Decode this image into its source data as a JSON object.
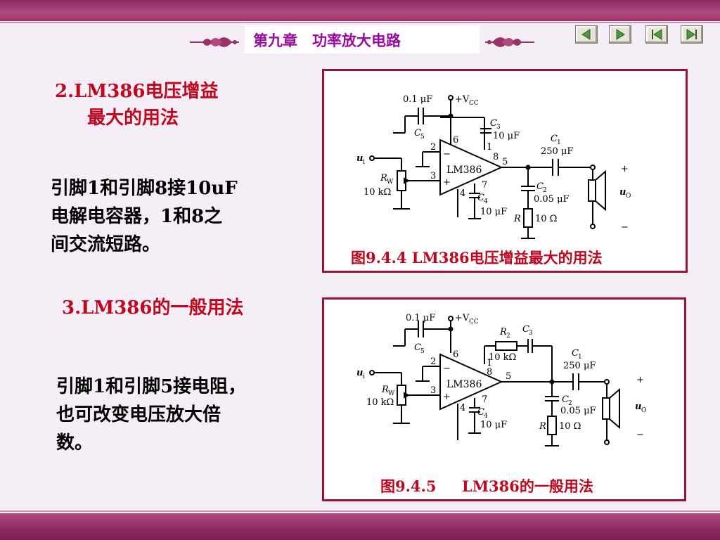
{
  "header": {
    "title": "第九章　功率放大电路",
    "nav": [
      {
        "name": "prev-slide-button",
        "icon": "left-triangle-icon"
      },
      {
        "name": "next-slide-button",
        "icon": "right-triangle-icon"
      },
      {
        "name": "first-slide-button",
        "icon": "skip-to-start-icon"
      },
      {
        "name": "last-slide-button",
        "icon": "skip-to-end-icon"
      }
    ]
  },
  "section1": {
    "heading_line1": "2.LM386电压增益",
    "heading_line2": "最大的用法",
    "body_line1": "引脚1和引脚8接10uF",
    "body_line2": "电解电容器，1和8之",
    "body_line3": "间交流短路。"
  },
  "section2": {
    "heading": "3.LM386的一般用法",
    "body_line1": "引脚1和引脚5接电阻，",
    "body_line2": "也可改变电压放大倍",
    "body_line3": "数。"
  },
  "figure1": {
    "caption": "图9.4.4 LM386电压增益最大的用法",
    "labels": {
      "c5_value": "0.1 μF",
      "vcc": "+V",
      "vcc_sub": "CC",
      "c5": "C",
      "c5_sub": "5",
      "c3": "C",
      "c3_sub": "3",
      "c3_value": "10 μF",
      "c1": "C",
      "c1_sub": "1",
      "c1_value": "250 μF",
      "ui": "u",
      "ui_sub": "i",
      "rw": "R",
      "rw_sub": "W",
      "rw_value": "10 kΩ",
      "chip": "LM386",
      "pin6": "6",
      "pin2": "2",
      "pin3": "3",
      "pin4": "4",
      "pin1": "1",
      "pin8": "8",
      "pin5": "5",
      "pin7": "7",
      "minus_in": "−",
      "plus_in": "+",
      "c2": "C",
      "c2_sub": "2",
      "c2_value": "0.05 μF",
      "c4": "C",
      "c4_sub": "4",
      "c4_value": "10 μF",
      "r": "R",
      "r_value": "10 Ω",
      "uo": "u",
      "uo_sub": "O",
      "out_plus": "+",
      "out_minus": "−"
    }
  },
  "figure2": {
    "caption": "图9.4.5     LM386的一般用法",
    "labels": {
      "c5_value": "0.1 μF",
      "vcc": "+V",
      "vcc_sub": "CC",
      "c5": "C",
      "c5_sub": "5",
      "r2": "R",
      "r2_sub": "2",
      "r2_value": "10 kΩ",
      "c3": "C",
      "c3_sub": "3",
      "c1": "C",
      "c1_sub": "1",
      "c1_value": "250 μF",
      "ui": "u",
      "ui_sub": "i",
      "rw": "R",
      "rw_sub": "W",
      "rw_value": "10 kΩ",
      "chip": "LM386",
      "pin6": "6",
      "pin2": "2",
      "pin3": "3",
      "pin4": "4",
      "pin1": "1",
      "pin8": "8",
      "pin5": "5",
      "pin7": "7",
      "minus_in": "−",
      "plus_in": "+",
      "c2": "C",
      "c2_sub": "2",
      "c2_value": "0.05 μF",
      "c4": "C",
      "c4_sub": "4",
      "c4_value": "10 μF",
      "r": "R",
      "r_value": "10 Ω",
      "uo": "u",
      "uo_sub": "O",
      "out_plus": "+",
      "out_minus": "−"
    }
  },
  "colors": {
    "bar": "#9a3366",
    "accent_red": "#c0071e",
    "title_purple": "#9b0aa0",
    "frame": "#9a1535"
  }
}
